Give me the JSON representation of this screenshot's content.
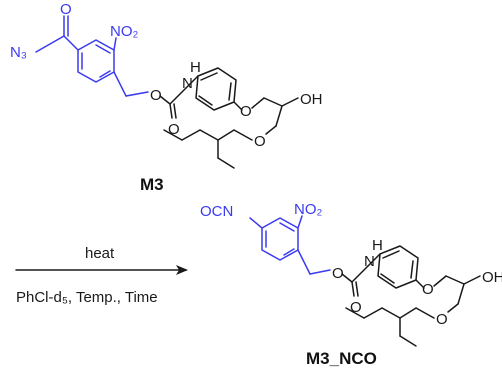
{
  "colors": {
    "highlight": "#3a3af0",
    "bond": "#1a1a1a"
  },
  "molecule_top": {
    "azide": "N₃",
    "oxo": "O",
    "nitro": "NO₂",
    "ester_o": "O",
    "carbonyl_o": "O",
    "nh": "N",
    "h": "H",
    "ether_o": "O",
    "oh": "OH",
    "ether_o2": "O",
    "label": "M3"
  },
  "molecule_bottom": {
    "isocyanate": "OCN",
    "nitro": "NO₂",
    "ester_o": "O",
    "carbonyl_o": "O",
    "nh": "N",
    "h": "H",
    "ether_o": "O",
    "oh": "OH",
    "ether_o2": "O",
    "label": "M3_NCO"
  },
  "reaction": {
    "above": "heat",
    "below": "PhCl-d₅, Temp., Time"
  }
}
